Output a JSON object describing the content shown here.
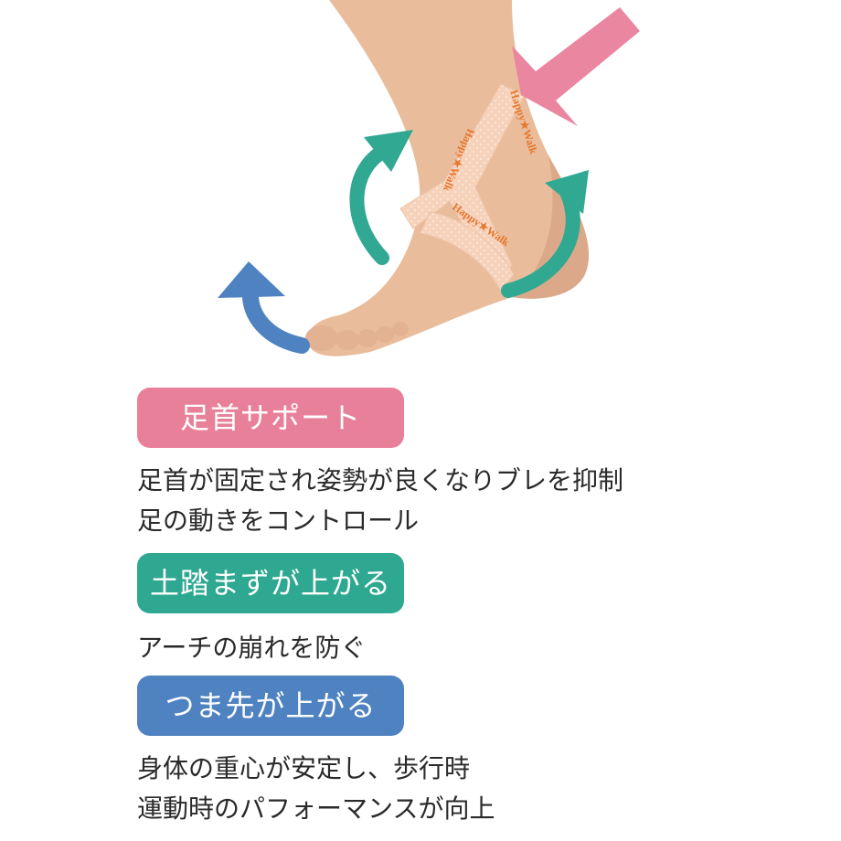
{
  "tape": {
    "print_1": "Happy★Walk",
    "print_2": "Happy★Walk",
    "print_3": "Happy★Walk"
  },
  "features": [
    {
      "title": "足首サポート",
      "color": "#e8809a",
      "lines": [
        "足首が固定され姿勢が良くなりブレを抑制",
        "足の動きをコントロール"
      ]
    },
    {
      "title": "土踏まずが上がる",
      "color": "#2ea890",
      "lines": [
        "アーチの崩れを防ぐ"
      ]
    },
    {
      "title": "つま先が上がる",
      "color": "#4f82c0",
      "lines": [
        "身体の重心が安定し、歩行時",
        "運動時のパフォーマンスが向上"
      ]
    }
  ],
  "arrows": {
    "pink": "#e8809a",
    "green": "#2ea890",
    "blue": "#4f82c0"
  }
}
